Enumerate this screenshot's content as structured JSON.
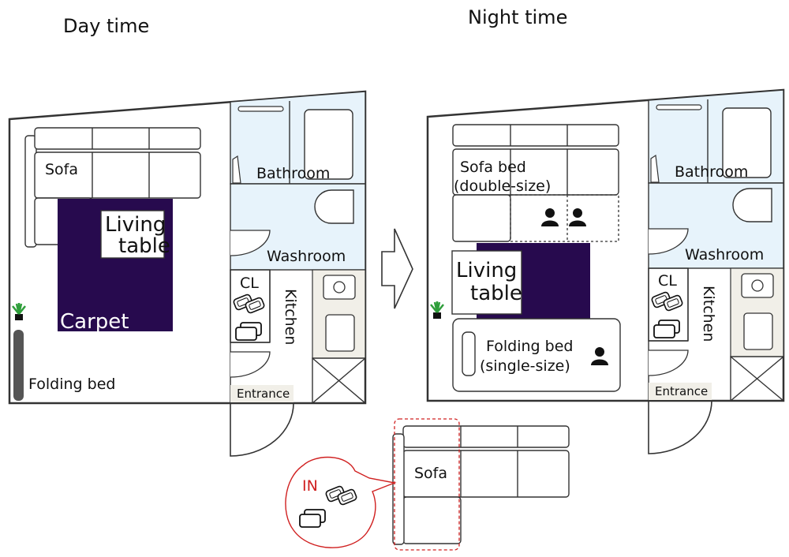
{
  "titles": {
    "day": "Day time",
    "night": "Night time"
  },
  "day": {
    "sofa": "Sofa",
    "living_table": [
      "Living",
      "table"
    ],
    "carpet": "Carpet",
    "folding_bed": "Folding bed",
    "bathroom": "Bathroom",
    "washroom": "Washroom",
    "closet": "CL",
    "kitchen": "Kitchen",
    "entrance": "Entrance"
  },
  "night": {
    "sofa_bed": [
      "Sofa bed",
      "(double-size)"
    ],
    "living_table": [
      "Living",
      "table"
    ],
    "folding_bed": [
      "Folding bed",
      "(single-size)"
    ],
    "bathroom": "Bathroom",
    "washroom": "Washroom",
    "closet": "CL",
    "kitchen": "Kitchen",
    "entrance": "Entrance"
  },
  "storage_detail": {
    "in_label": "IN",
    "sofa": "Sofa"
  },
  "colors": {
    "carpet": "#270a4e",
    "water_room": "#e7f3fb",
    "kitchen_floor": "#f1efe8",
    "entrance_floor": "#f1efe8",
    "plant": "#2e9e3a",
    "in_circle": "#d02020",
    "wall": "#333333"
  },
  "icons": [
    "plant-icon",
    "person-icon",
    "pillow-icon",
    "futon-icon",
    "toilet-icon",
    "sink-icon",
    "bathtub-icon",
    "stove-icon"
  ]
}
